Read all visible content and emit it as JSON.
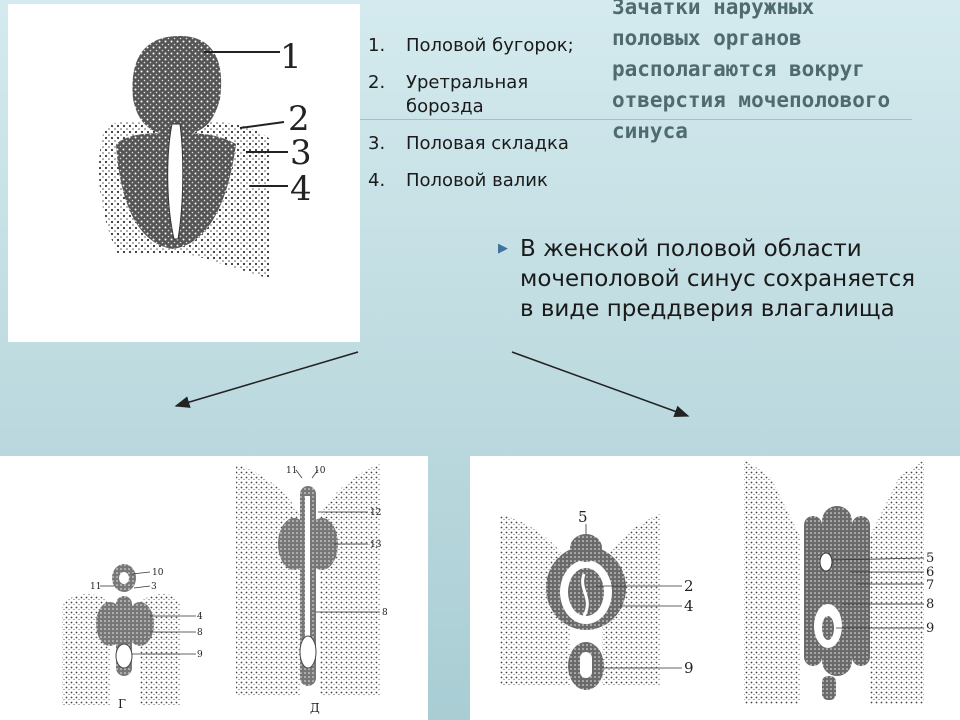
{
  "title": "Зачатки наружных половых органов располагаются вокруг отверстия мочеполового синуса",
  "legend": [
    {
      "num": "1.",
      "text": "Половой бугорок;"
    },
    {
      "num": "2.",
      "text": "Уретральная борозда"
    },
    {
      "num": "3.",
      "text": "Половая складка"
    },
    {
      "num": "4.",
      "text": "Половой валик"
    }
  ],
  "bullet": "В женской половой области мочеполовой синус сохраняется в виде преддверия влагалища",
  "figure_top": {
    "labels": [
      "1",
      "2",
      "3",
      "4"
    ]
  },
  "figure_g": {
    "labels": [
      "10",
      "11",
      "3",
      "4",
      "8",
      "9"
    ],
    "caption": "Г"
  },
  "figure_d": {
    "labels": [
      "11",
      "10",
      "12",
      "13",
      "8"
    ],
    "caption": "Д"
  },
  "figure_f1": {
    "labels": [
      "5",
      "2",
      "4",
      "9"
    ]
  },
  "figure_f2": {
    "labels": [
      "5",
      "6",
      "7",
      "8",
      "9"
    ]
  },
  "colors": {
    "bullet": "#41729f",
    "title": "#4f6b6f",
    "background": "#c1dde2"
  }
}
